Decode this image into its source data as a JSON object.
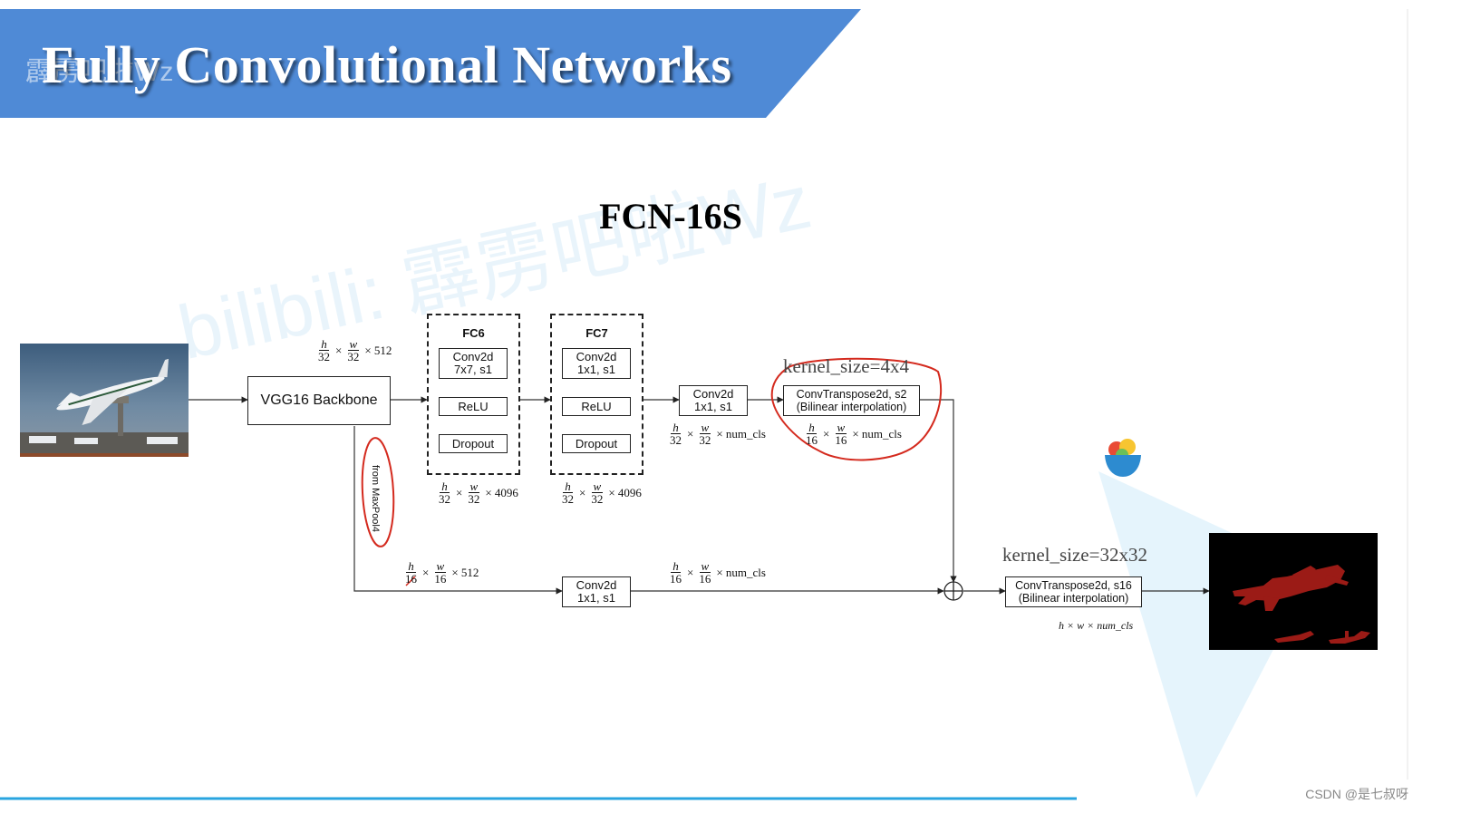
{
  "slide": {
    "title": "Fully Convolutional Networks",
    "watermark_top": "霹雳吧啦Wz",
    "watermark_center": "bilibili: 霹雳吧啦Wz",
    "footer": "CSDN @是七叔呀"
  },
  "diagram": {
    "title": "FCN-16S",
    "backbone": "VGG16 Backbone",
    "skip_label": "from MaxPool4",
    "fc6": {
      "title": "FC6",
      "conv_line1": "Conv2d",
      "conv_line2": "7x7, s1",
      "relu": "ReLU",
      "dropout": "Dropout"
    },
    "fc7": {
      "title": "FC7",
      "conv_line1": "Conv2d",
      "conv_line2": "1x1, s1",
      "relu": "ReLU",
      "dropout": "Dropout"
    },
    "conv_top": {
      "line1": "Conv2d",
      "line2": "1x1, s1"
    },
    "conv_bottom": {
      "line1": "Conv2d",
      "line2": "1x1, s1"
    },
    "convT_small": {
      "line1": "ConvTranspose2d, s2",
      "line2": "(Bilinear interpolation)",
      "kernel": "kernel_size=4x4"
    },
    "convT_large": {
      "line1": "ConvTranspose2d, s16",
      "line2": "(Bilinear interpolation)",
      "kernel": "kernel_size=32x32"
    },
    "dims": {
      "after_backbone": {
        "n1": "h",
        "d1": "32",
        "n2": "w",
        "d2": "32",
        "tail": "× 512"
      },
      "after_fc6": {
        "n1": "h",
        "d1": "32",
        "n2": "w",
        "d2": "32",
        "tail": "× 4096"
      },
      "after_fc7": {
        "n1": "h",
        "d1": "32",
        "n2": "w",
        "d2": "32",
        "tail": "× 4096"
      },
      "after_conv_top": {
        "n1": "h",
        "d1": "32",
        "n2": "w",
        "d2": "32",
        "tail": "× num_cls"
      },
      "after_convT_small": {
        "n1": "h",
        "d1": "16",
        "n2": "w",
        "d2": "16",
        "tail": "× num_cls"
      },
      "skip_in": {
        "n1": "h",
        "d1": "16",
        "n2": "w",
        "d2": "16",
        "tail": "× 512"
      },
      "after_conv_bottom": {
        "n1": "h",
        "d1": "16",
        "n2": "w",
        "d2": "16",
        "tail": "× num_cls"
      },
      "output": "h × w × num_cls"
    }
  },
  "colors": {
    "banner": "#4f8ad6",
    "annotation_red": "#d42a1e",
    "segmentation": "#9b1b16"
  }
}
